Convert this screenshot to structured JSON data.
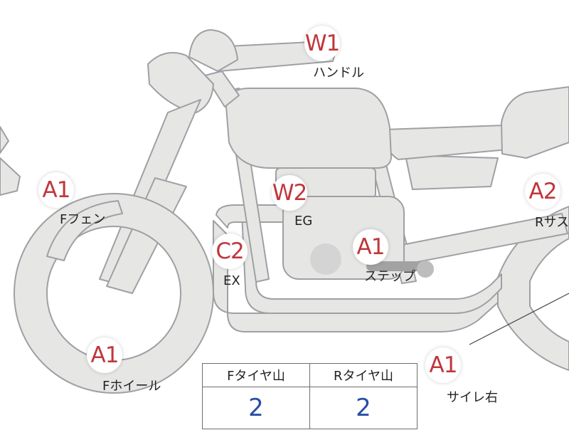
{
  "colors": {
    "part_fill": "#e6e7e5",
    "part_stroke": "#9ea0a3",
    "badge_text": "#c0363b",
    "table_value": "#2a4ea3"
  },
  "badges": [
    {
      "code": "W1",
      "label": "ハンドル"
    },
    {
      "code": "A1",
      "label": "Fフェン"
    },
    {
      "code": "W2",
      "label": "EG"
    },
    {
      "code": "C2",
      "label": "EX"
    },
    {
      "code": "A1",
      "label": "ステップ"
    },
    {
      "code": "A2",
      "label": "Rサス"
    },
    {
      "code": "A1",
      "label": "Fホイール"
    },
    {
      "code": "A1",
      "label": "サイレ右"
    }
  ],
  "tire_table": {
    "headers": [
      "Fタイヤ山",
      "Rタイヤ山"
    ],
    "values": [
      "2",
      "2"
    ]
  }
}
